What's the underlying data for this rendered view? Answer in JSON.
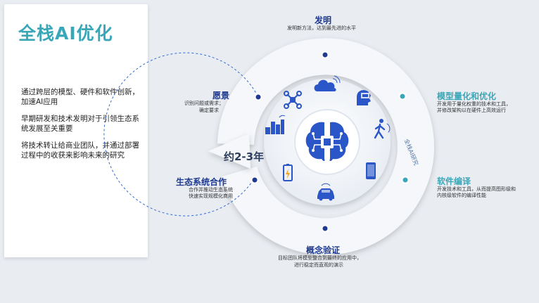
{
  "title": "全栈AI优化",
  "descriptions": [
    "通过跨层的模型、硬件和软件创新，加速AI应用",
    "早期研发和技术发明对于引领生态系统发展至关重要",
    "将技术转让给商业团队，并通过部署过程中的收获来影响未来的研究"
  ],
  "stages": {
    "invention": {
      "title": "发明",
      "desc": "发明新方法，达到最先进的水平"
    },
    "quantization": {
      "title": "模型量化和优化",
      "desc1": "开发用于量化权重的技术和工具，",
      "desc2": "并修改架构以在硬件上高效运行"
    },
    "compilation": {
      "title": "软件编译",
      "desc1": "开发技术和工具，从而提高图形级和",
      "desc2": "内核级软件的编译性能"
    },
    "poc": {
      "title": "概念验证",
      "desc1": "目标团队将模型整合到最终的应用中，",
      "desc2": "进行稳定而直观的演示"
    },
    "ecosystem": {
      "title": "生态系统合作",
      "desc1": "合作并推动生态系统",
      "desc2": "快速实现规模化商用"
    },
    "vision": {
      "title": "愿景",
      "desc1": "识别问题或需求；",
      "desc2": "确定要求"
    }
  },
  "years_label": "约2-3年",
  "arc_label": "全栈AI研究",
  "colors": {
    "teal": "#3aa7b8",
    "navy": "#1f3a8f",
    "brain": "#2a56c8",
    "ring": "#f3f5f8"
  },
  "icons": [
    "drone-icon",
    "cloud-icon",
    "head-icon",
    "walking-person-icon",
    "phone-icon",
    "car-icon",
    "battery-icon",
    "city-icon",
    "brain-icon"
  ]
}
